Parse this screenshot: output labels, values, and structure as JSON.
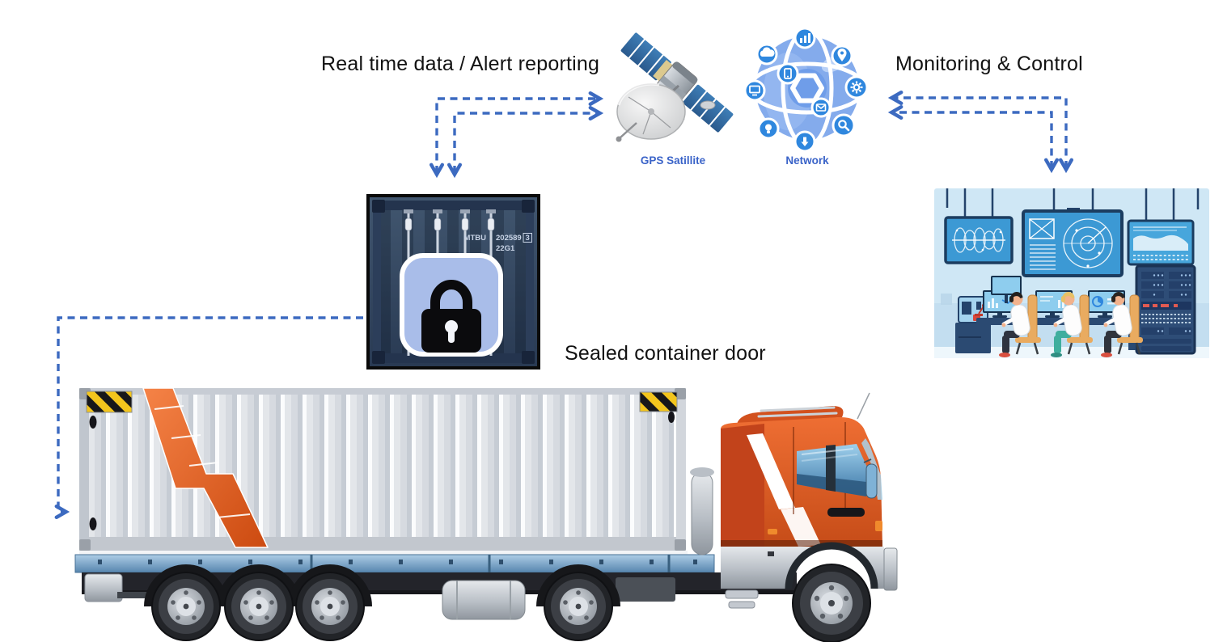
{
  "labels": {
    "real_time": "Real time data / Alert reporting",
    "monitoring_control": "Monitoring & Control",
    "gps_satellite": "GPS Satillite",
    "network": "Network",
    "sealed_door": "Sealed container door"
  },
  "container_door": {
    "id_owner": "MTBU",
    "id_serial": "202589",
    "id_check": "3",
    "id_type": "22G1"
  },
  "connections": [
    {
      "from": "sealed-container",
      "to": "gps-satellite",
      "style": "dashed",
      "bidirectional": true,
      "count": 2
    },
    {
      "from": "network",
      "to": "monitoring-room",
      "style": "dashed",
      "bidirectional": true,
      "count": 2
    },
    {
      "from": "sealed-container",
      "to": "truck-container",
      "style": "dashed",
      "bidirectional": false,
      "count": 1
    }
  ],
  "icons": {
    "satellite": "gps-satellite-icon",
    "lock": "padlock-icon",
    "network_orbit": [
      "bar-chart",
      "cloud",
      "location-pin",
      "tablet",
      "monitor",
      "gear",
      "mail",
      "lightbulb",
      "search",
      "down-arrow"
    ]
  },
  "colors": {
    "arrow_blue": "#3c6ac0",
    "label_blue": "#3a63c8",
    "text_black": "#121212",
    "door_navy": "#33465f",
    "lock_badge_blue": "#a9bde9",
    "truck_cab_orange": "#e06028",
    "ribbon_orange": "#e8662a",
    "trailer_blue": "#7fa9cf",
    "room_background": "#cfe7f5",
    "screen_blue": "#3c99d4",
    "rack_navy": "#2e4d77",
    "hazard_yellow": "#f3c51d"
  }
}
